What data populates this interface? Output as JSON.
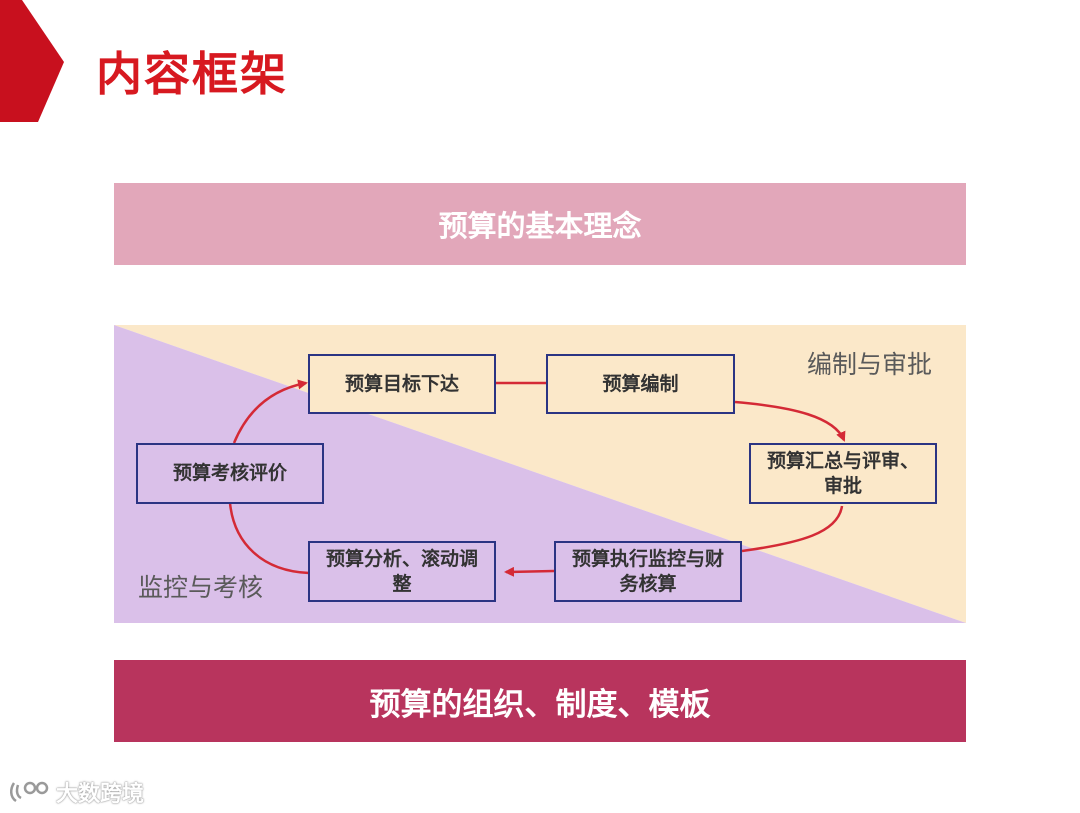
{
  "page": {
    "title": "内容框架"
  },
  "bands": {
    "top_label": "预算的基本理念",
    "bottom_label": "预算的组织、制度、模板"
  },
  "diagram": {
    "zones": {
      "upper_right": "编制与审批",
      "lower_left": "监控与考核"
    },
    "nodes": {
      "target": "预算目标下达",
      "compile": "预算编制",
      "summary": "预算汇总与评审、审批",
      "execution": "预算执行监控与财务核算",
      "analysis": "预算分析、滚动调整",
      "evaluation": "预算考核评价"
    },
    "colors": {
      "yellow_zone": "#fbe8c9",
      "purple_zone": "#dac0e9",
      "arrow": "#d42a36",
      "box_border": "#2b3483"
    }
  },
  "watermark": {
    "text": "大数跨境"
  },
  "colors": {
    "accent_red": "#d71920",
    "band_top": "#e2a7ba",
    "band_bottom": "#b8345d"
  }
}
